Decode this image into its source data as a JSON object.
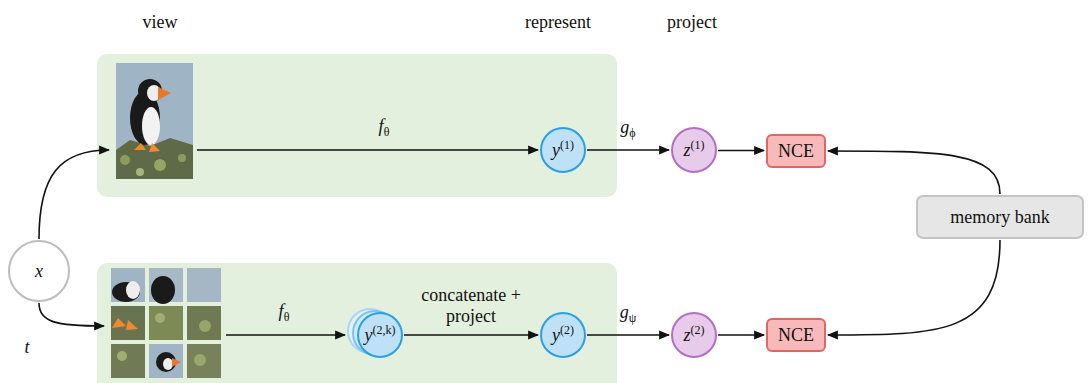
{
  "diagram": {
    "nodes": [
      {
        "text": [
          "x"
        ]
      },
      {
        "text": [
          "y(1)"
        ]
      },
      {
        "text": [
          "z(1)"
        ]
      },
      {
        "text": [
          "NCE"
        ]
      },
      {
        "text": [
          "y(2,k)"
        ]
      },
      {
        "text": [
          "y(2)"
        ]
      },
      {
        "text": [
          "z(2)"
        ]
      },
      {
        "text": [
          "NCE"
        ]
      },
      {
        "text": [
          "memory bank"
        ]
      }
    ],
    "edges": [
      {
        "from": 1,
        "to": 2,
        "arrow": "to",
        "label": "gϕ"
      },
      {
        "from": 2,
        "to": 3,
        "arrow": "to"
      },
      {
        "from": 4,
        "to": 5,
        "arrow": "to",
        "label": "concatenate + project"
      },
      {
        "from": 5,
        "to": 6,
        "arrow": "to",
        "label": "gψ"
      },
      {
        "from": 6,
        "to": 7,
        "arrow": "to"
      },
      {
        "from": 8,
        "to": 3,
        "arrow": "to"
      },
      {
        "from": 8,
        "to": 7,
        "arrow": "to"
      }
    ],
    "labels": [
      "view",
      "represent",
      "project",
      "fθ",
      "fθ",
      "t"
    ]
  }
}
